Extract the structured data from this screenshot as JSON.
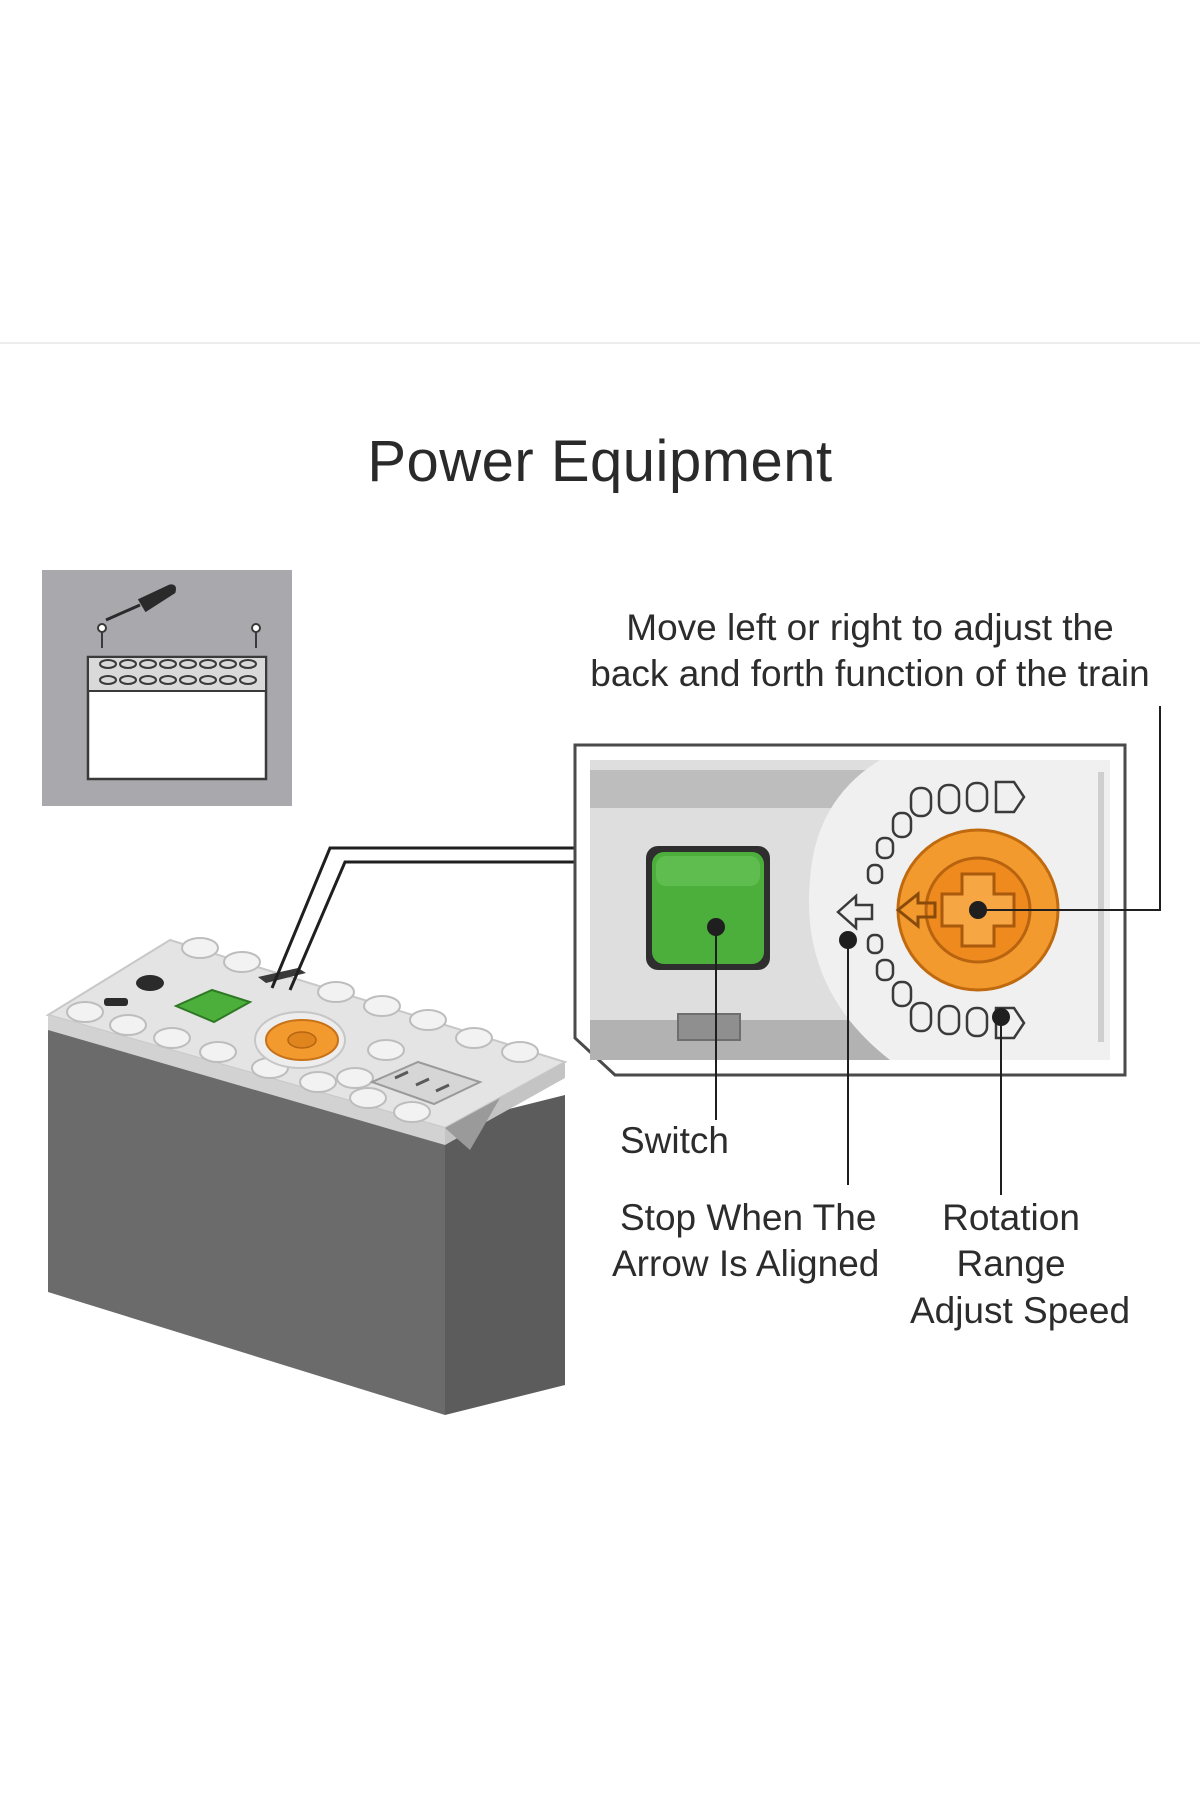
{
  "title": "Power Equipment",
  "callouts": {
    "top_note": [
      "Move left or right to adjust the",
      "back and forth function of the train"
    ],
    "switch": "Switch",
    "stop": [
      "Stop When The",
      "Arrow Is Aligned"
    ],
    "rotation": [
      "Rotation",
      "Range",
      "Adjust Speed"
    ]
  },
  "colors": {
    "switch_green": "#4caf3c",
    "dial_orange": "#f29a2e",
    "box_grey": "#6e6e6e",
    "top_light": "#e6e6e6",
    "inset_bg": "#a9a9ad"
  }
}
